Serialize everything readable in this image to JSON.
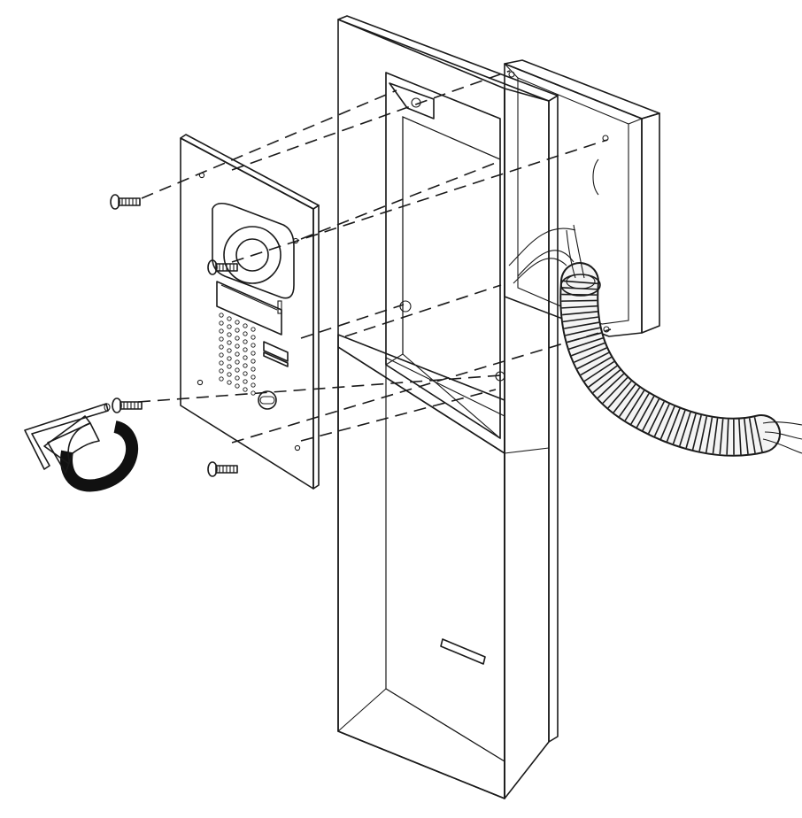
{
  "diagram": {
    "kind": "exploded installation illustration",
    "colors": {
      "line": "#1a1a1a",
      "background": "#ffffff",
      "housing_face": "#c2c2c2",
      "housing_side": "#8c8c8c",
      "housing_inner": "#d2d2d2",
      "plate": "#d9d9d9",
      "box": "#ececec",
      "strap": "#111111"
    },
    "components": [
      {
        "name": "surface-mount-housing",
        "label": ""
      },
      {
        "name": "door-station-faceplate",
        "label": ""
      },
      {
        "name": "electrical-back-box",
        "label": ""
      },
      {
        "name": "flexible-conduit",
        "label": ""
      },
      {
        "name": "mounting-screws",
        "count": 4
      },
      {
        "name": "hex-wrench",
        "label": ""
      }
    ],
    "callouts": []
  }
}
